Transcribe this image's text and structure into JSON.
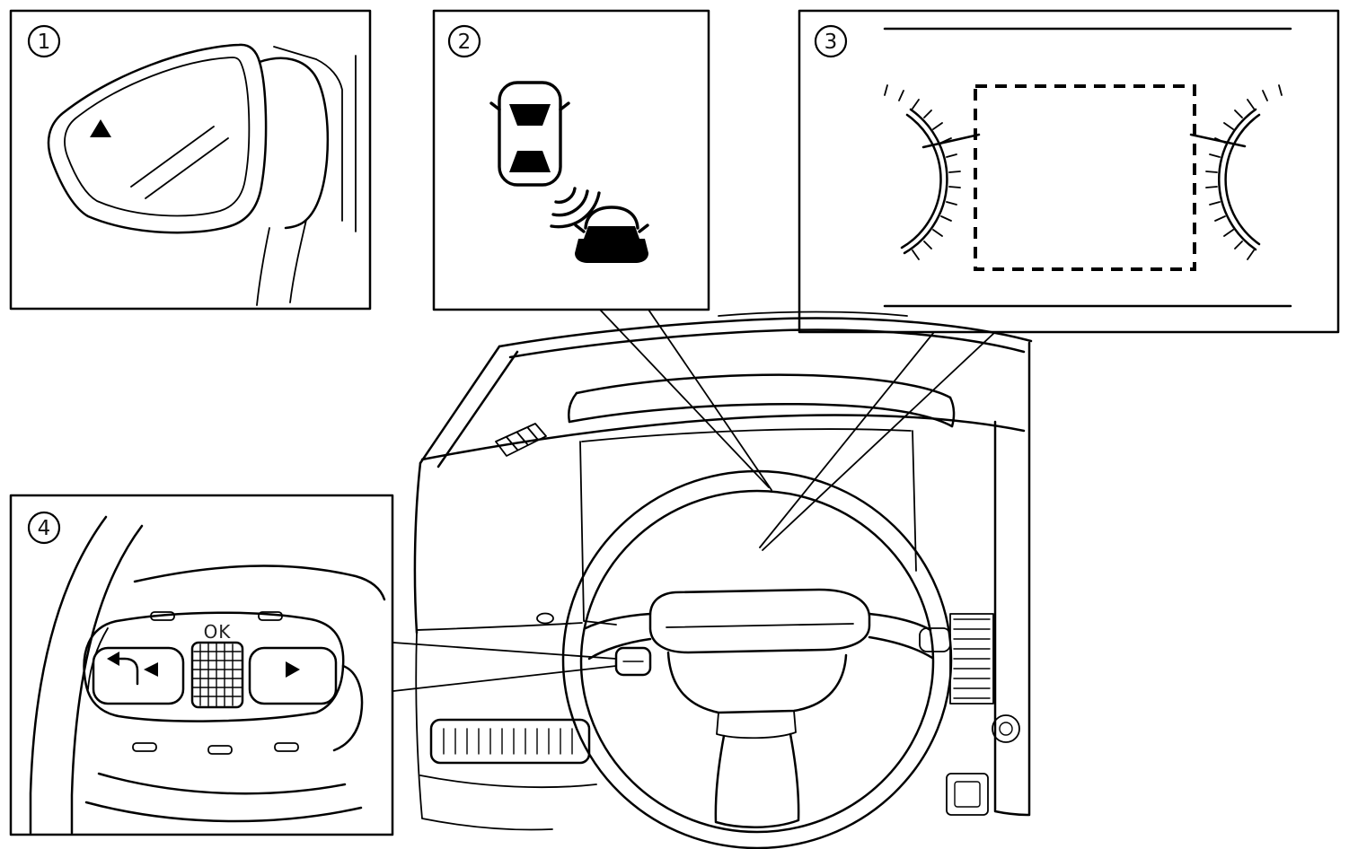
{
  "figure": {
    "background_color": "#ffffff",
    "line_color": "#000000",
    "callouts": [
      {
        "number": "1",
        "icon": "door-mirror-blind-spot-indicator"
      },
      {
        "number": "2",
        "icon": "blind-spot-warning-symbol"
      },
      {
        "number": "3",
        "icon": "instrument-cluster-display-area"
      },
      {
        "number": "4",
        "icon": "steering-wheel-switches"
      }
    ],
    "panel1": {
      "indicator_icon": "warning-triangle-icon"
    },
    "panel2": {
      "icon_parts": [
        "host-vehicle-top-view",
        "radar-waves",
        "detected-vehicle"
      ]
    },
    "panel3": {
      "display": "dashed-display-area",
      "gauges": [
        "left-gauge",
        "right-gauge"
      ]
    },
    "panel4": {
      "ok_label": "OK",
      "buttons": [
        "back-button",
        "ok-grid-button",
        "next-button"
      ]
    }
  }
}
